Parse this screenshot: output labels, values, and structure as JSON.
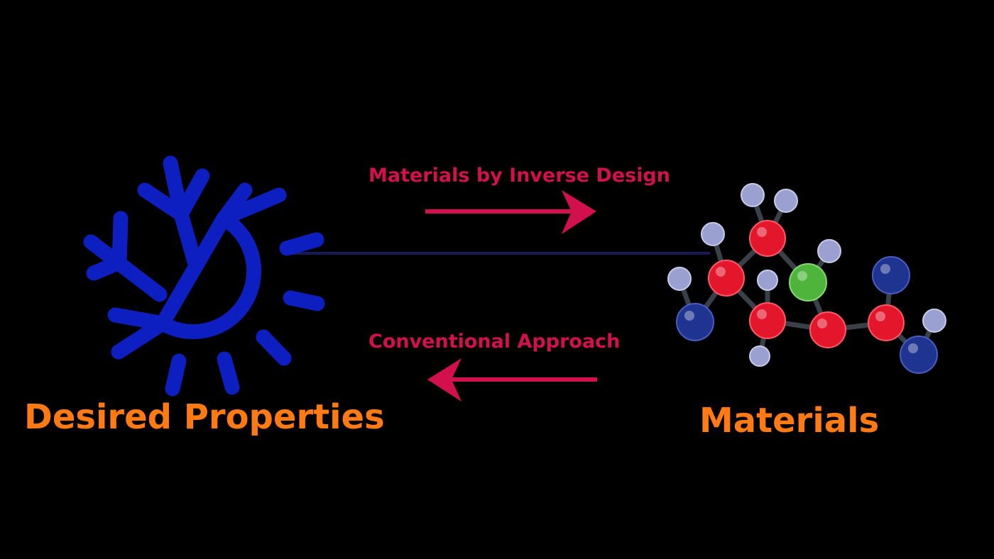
{
  "diagram": {
    "left_label": "Desired Properties",
    "right_label": "Materials",
    "forward_arrow_label": "Materials by Inverse Design",
    "backward_arrow_label": "Conventional Approach"
  },
  "colors": {
    "background": "#000000",
    "node_label": "#ff7a12",
    "arrow": "#d3104e",
    "icon": "#0d1fc0",
    "connector": "#161a55",
    "atom_red": "#e3162c",
    "atom_blue": "#1f3490",
    "atom_green": "#4fb43c",
    "atom_hydrogen": "#9aa0d0",
    "bond": "#3a4048"
  },
  "icons": {
    "left": "snowflake-sun-icon",
    "right": "molecule-icon"
  }
}
